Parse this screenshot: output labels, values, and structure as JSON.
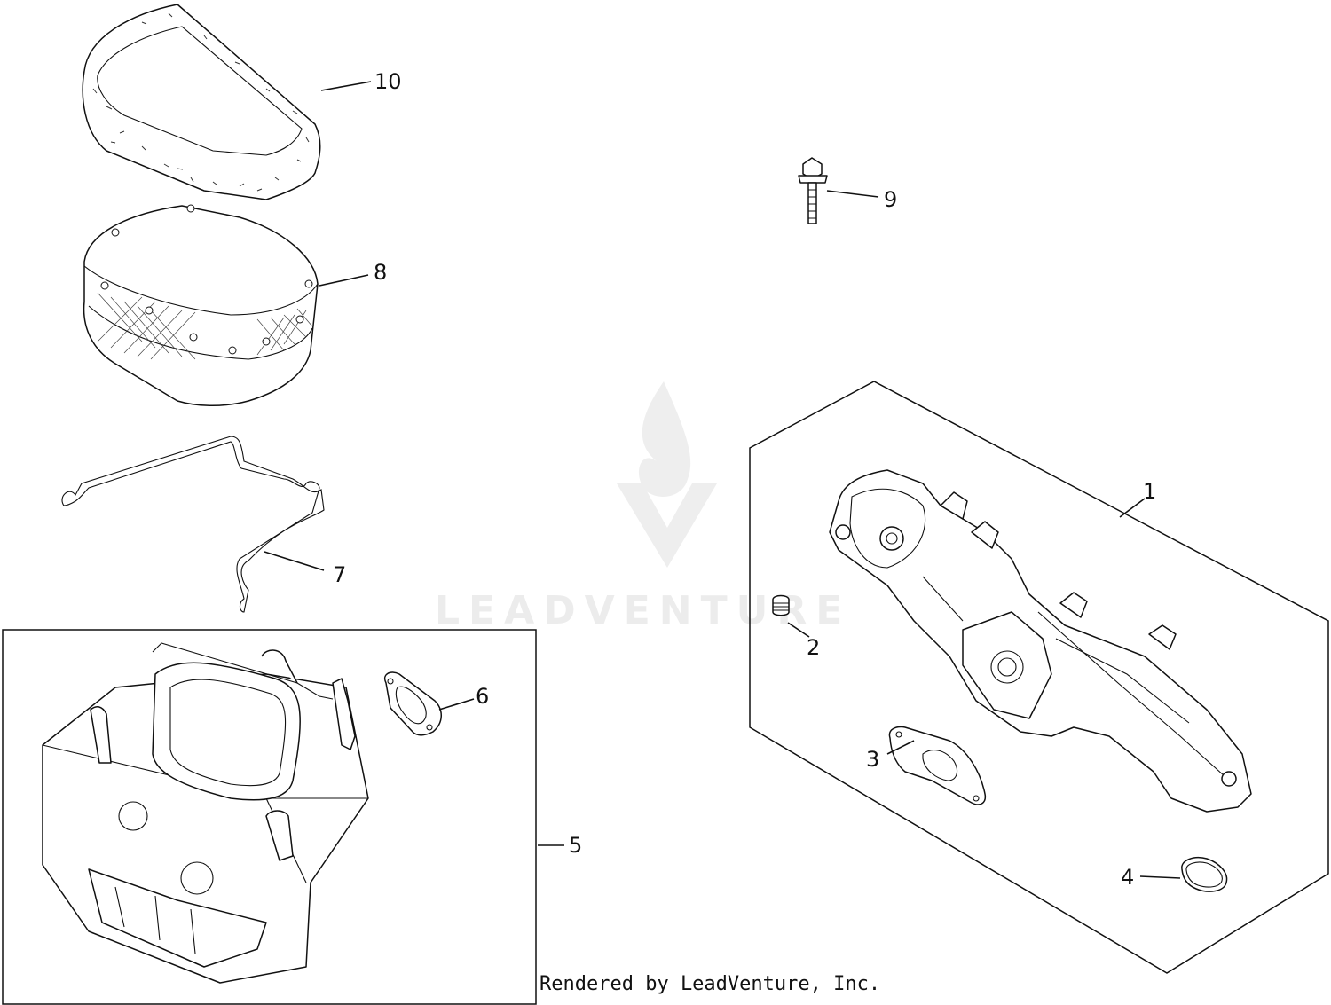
{
  "watermark": {
    "text": "LEADVENTURE",
    "color": "#e8e8e8"
  },
  "credit": "Rendered by LeadVenture, Inc.",
  "parts": [
    {
      "number": "1",
      "icon": "intake-manifold-kit-icon"
    },
    {
      "number": "2",
      "icon": "plug-icon"
    },
    {
      "number": "3",
      "icon": "manifold-gasket-icon"
    },
    {
      "number": "4",
      "icon": "o-ring-seal-icon"
    },
    {
      "number": "5",
      "icon": "air-cleaner-base-icon"
    },
    {
      "number": "6",
      "icon": "base-gasket-icon"
    },
    {
      "number": "7",
      "icon": "retaining-wire-clip-icon"
    },
    {
      "number": "8",
      "icon": "air-filter-element-icon"
    },
    {
      "number": "9",
      "icon": "flange-bolt-icon"
    },
    {
      "number": "10",
      "icon": "pre-cleaner-sleeve-icon"
    }
  ]
}
